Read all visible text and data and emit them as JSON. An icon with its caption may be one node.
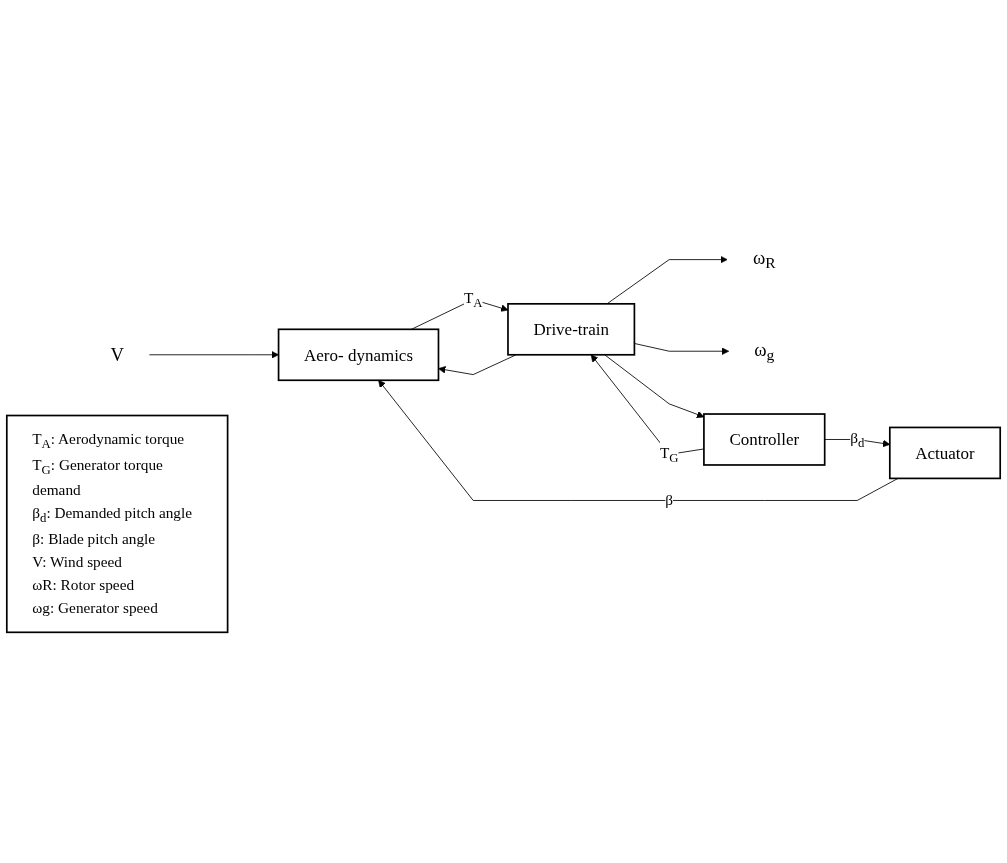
{
  "diagram": {
    "nodes": [
      {
        "text": [
          "Aero- dynamics"
        ]
      },
      {
        "text": [
          "Drive-train"
        ]
      },
      {
        "text": [
          "ω$_{R}$"
        ]
      },
      {
        "text": [
          "V"
        ]
      },
      {
        "text": [
          "ω$_{g}$"
        ]
      },
      {
        "text": [
          "Actuator"
        ]
      },
      {
        "text": [
          "Controller"
        ]
      },
      {
        "text": [
          "T$_{A}$:",
          "Aerodynamic torque",
          "T$_{G}$:",
          "Generator torque demand",
          "β$_{d}$:",
          "Demanded pitch angle",
          "β:",
          "Blade pitch angle",
          "V:",
          "Wind speed",
          "ωR:",
          "Rotor speed",
          "ωg:",
          "Generator speed"
        ]
      }
    ],
    "edges": [
      {
        "from": 3,
        "to": 0,
        "arrow": "to"
      },
      {
        "from": 0,
        "to": 1,
        "arrow": "to",
        "label": "T$_{A}$"
      },
      {
        "from": 1,
        "to": 2,
        "arrow": "to"
      },
      {
        "from": 1,
        "to": 4,
        "arrow": "to"
      },
      {
        "from": 1,
        "to": 0,
        "arrow": "to"
      },
      {
        "from": 1,
        "to": 6,
        "arrow": "to"
      },
      {
        "from": 6,
        "to": 1,
        "arrow": "to",
        "label": "T$_{G}$"
      },
      {
        "from": 6,
        "to": 5,
        "arrow": "to",
        "label": "β$_{d}$"
      },
      {
        "from": 5,
        "to": 0,
        "arrow": "to",
        "label": "β"
      }
    ]
  }
}
